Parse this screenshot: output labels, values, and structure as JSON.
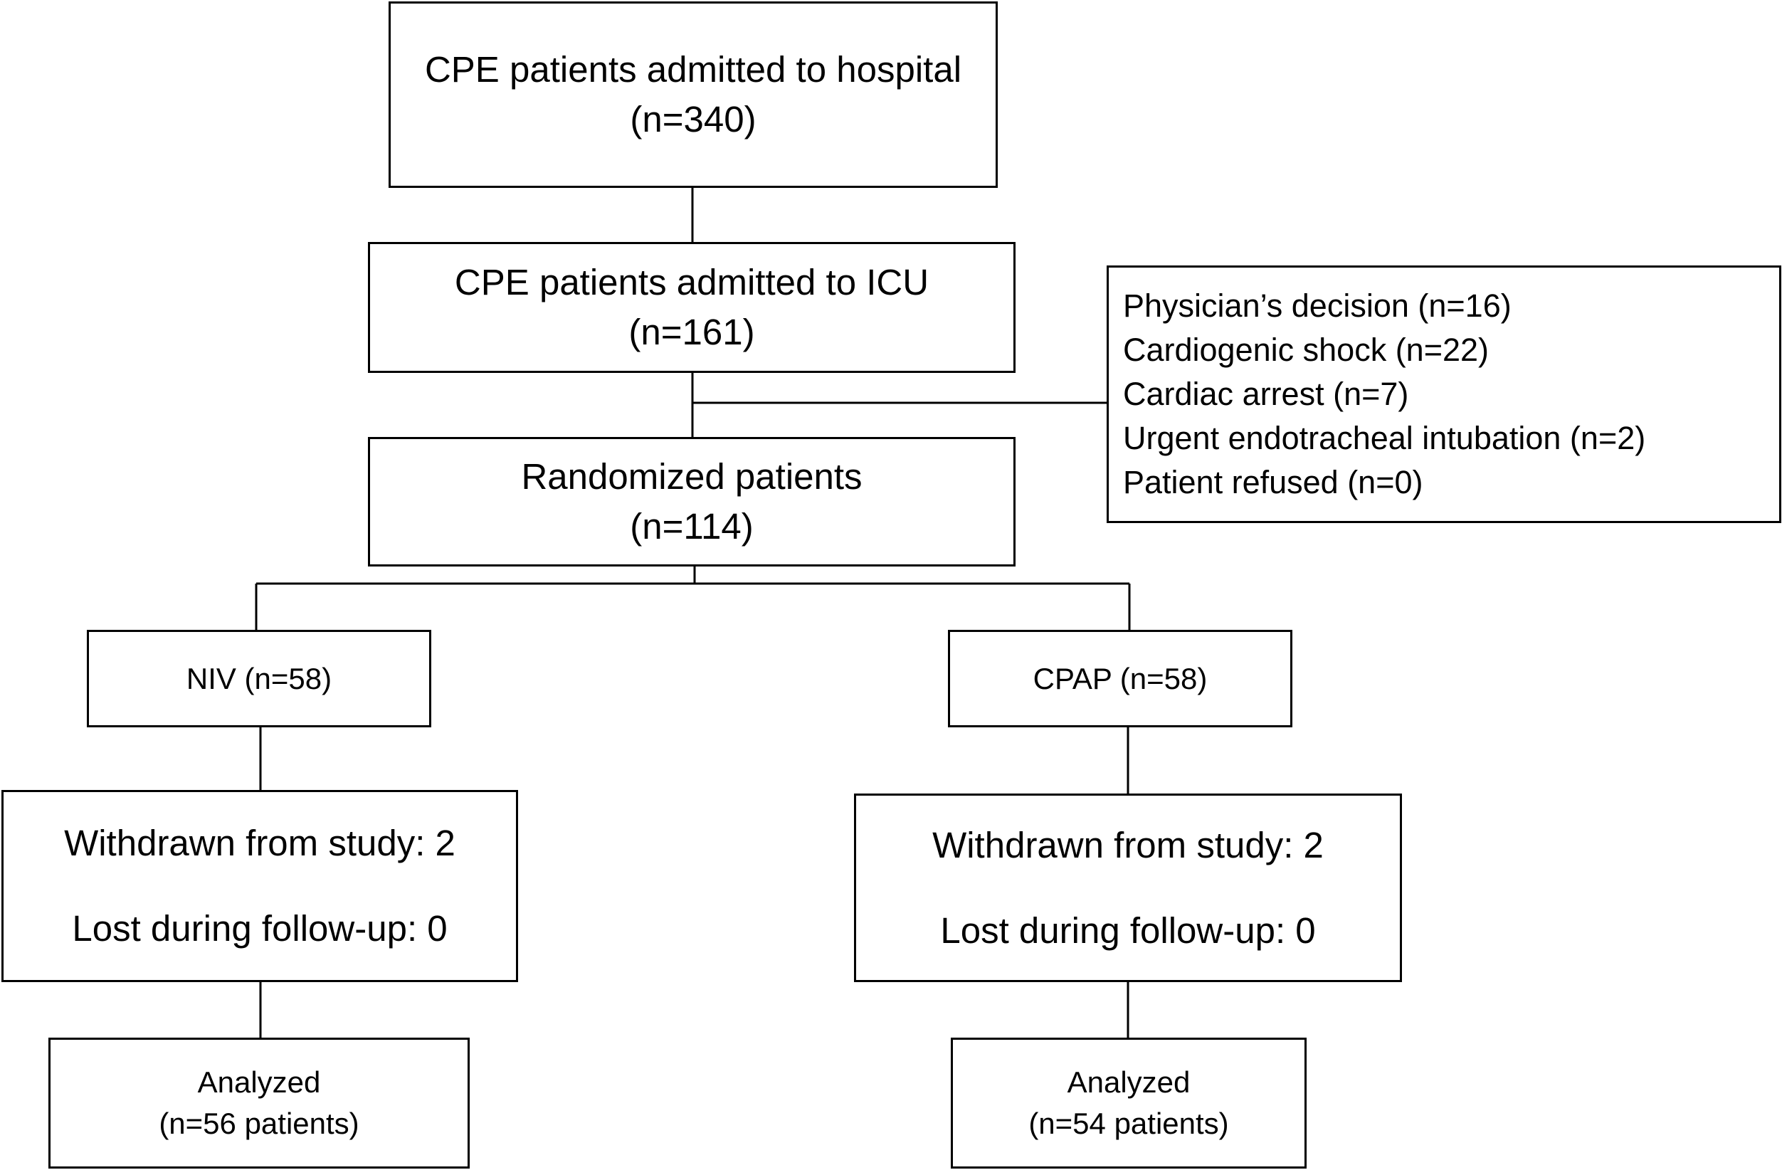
{
  "nodes": {
    "hospital": {
      "label": "CPE patients admitted to hospital",
      "count": "(n=340)"
    },
    "icu": {
      "label": "CPE patients admitted to ICU",
      "count": "(n=161)"
    },
    "randomized": {
      "label": "Randomized patients",
      "count": "(n=114)"
    },
    "exclusions": {
      "items": [
        "Physician’s decision (n=16)",
        "Cardiogenic shock (n=22)",
        "Cardiac arrest (n=7)",
        "Urgent endotracheal intubation (n=2)",
        "Patient refused (n=0)"
      ]
    },
    "niv": {
      "label": "NIV (n=58)"
    },
    "cpap": {
      "label": "CPAP (n=58)"
    },
    "niv_followup": {
      "withdrawn": "Withdrawn from study: 2",
      "lost": "Lost during follow-up: 0"
    },
    "cpap_followup": {
      "withdrawn": "Withdrawn from study: 2",
      "lost": "Lost during follow-up: 0"
    },
    "niv_analyzed": {
      "label": "Analyzed",
      "count": "(n=56 patients)"
    },
    "cpap_analyzed": {
      "label": "Analyzed",
      "count": "(n=54 patients)"
    }
  },
  "colors": {
    "stroke": "#000000",
    "background": "#ffffff"
  }
}
